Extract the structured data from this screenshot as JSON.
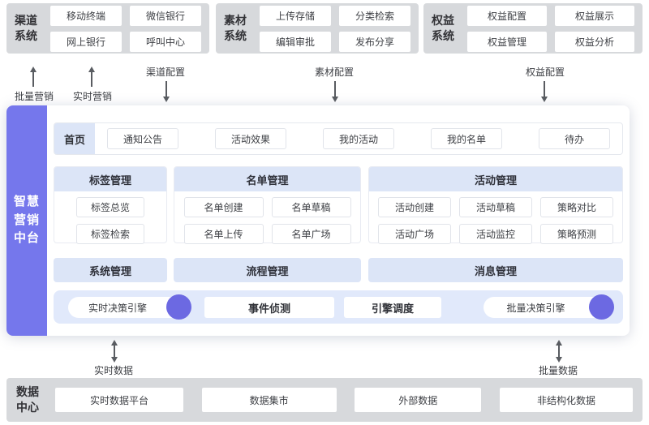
{
  "top_systems": [
    {
      "name": "渠道系统",
      "label_lines": [
        "渠道",
        "系统"
      ],
      "items": [
        "移动终端",
        "微信银行",
        "网上银行",
        "呼叫中心"
      ]
    },
    {
      "name": "素材系统",
      "label_lines": [
        "素材",
        "系统"
      ],
      "items": [
        "上传存储",
        "分类检索",
        "编辑审批",
        "发布分享"
      ]
    },
    {
      "name": "权益系统",
      "label_lines": [
        "权益",
        "系统"
      ],
      "items": [
        "权益配置",
        "权益展示",
        "权益管理",
        "权益分析"
      ]
    }
  ],
  "flows": {
    "top_up": [
      "批量营销",
      "实时营销"
    ],
    "top_down": [
      "渠道配置",
      "素材配置",
      "权益配置"
    ],
    "bottom": [
      "实时数据",
      "批量数据"
    ]
  },
  "platform": {
    "title": "智慧营销中台",
    "title_lines": [
      "智慧",
      "营销",
      "中台"
    ],
    "nav": {
      "home": "首页",
      "items": [
        "通知公告",
        "活动效果",
        "我的活动",
        "我的名单",
        "待办"
      ]
    },
    "sections": [
      {
        "title": "标签管理",
        "items": [
          "标签总览",
          "标签检索"
        ]
      },
      {
        "title": "名单管理",
        "items": [
          "名单创建",
          "名单草稿",
          "名单上传",
          "名单广场"
        ]
      },
      {
        "title": "活动管理",
        "items": [
          "活动创建",
          "活动草稿",
          "策略对比",
          "活动广场",
          "活动监控",
          "策略预测"
        ]
      }
    ],
    "manage_bars": [
      "系统管理",
      "流程管理",
      "消息管理"
    ],
    "engines": {
      "realtime": "实时决策引擎",
      "event": "事件侦测",
      "schedule": "引擎调度",
      "batch": "批量决策引擎"
    }
  },
  "data_center": {
    "name": "数据中心",
    "label_lines": [
      "数据",
      "中心"
    ],
    "items": [
      "实时数据平台",
      "数据集市",
      "外部数据",
      "非结构化数据"
    ]
  },
  "colors": {
    "sidebar_purple": "#7577ec",
    "engine_dot_indigo": "#6c69e2",
    "lavender_header": "#dce5f7",
    "lavender_engine_row": "#e1e9fb",
    "panel_gray": "#d7d9dc"
  }
}
